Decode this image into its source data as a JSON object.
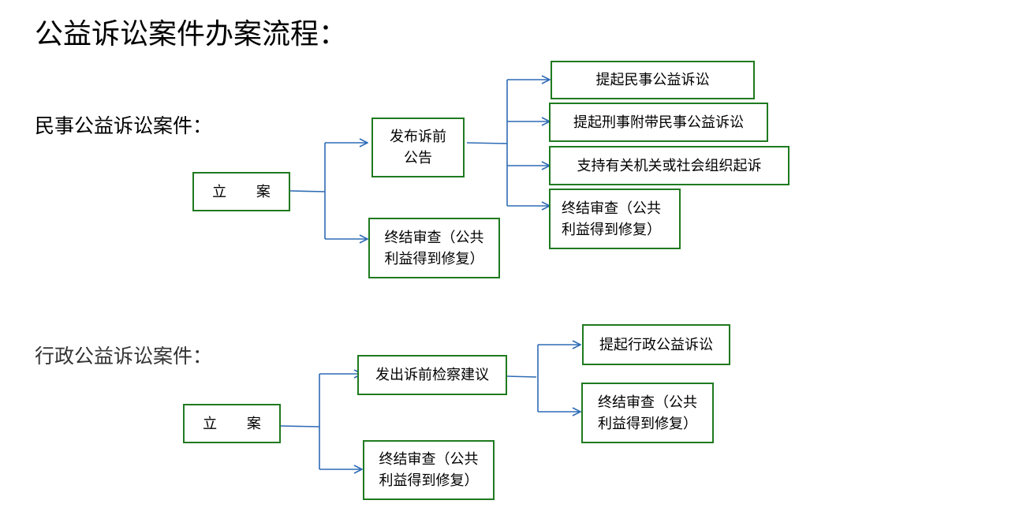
{
  "title": "公益诉讼案件办案流程：",
  "civil": {
    "heading": "民事公益诉讼案件：",
    "start": "立 案",
    "announce_line1": "发布诉前",
    "announce_line2": "公告",
    "end_line1": "终结审查（公共",
    "end_line2": "利益得到修复）",
    "outcome_1": "提起民事公益诉讼",
    "outcome_2": "提起刑事附带民事公益诉讼",
    "outcome_3": "支持有关机关或社会组织起诉",
    "outcome_4_line1": "终结审查（公共",
    "outcome_4_line2": "利益得到修复）"
  },
  "admin": {
    "heading": "行政公益诉讼案件：",
    "start": "立 案",
    "proposal": "发出诉前检察建议",
    "end_line1": "终结审查（公共",
    "end_line2": "利益得到修复）",
    "outcome_1": "提起行政公益诉讼",
    "outcome_2_line1": "终结审查（公共",
    "outcome_2_line2": "利益得到修复）"
  },
  "colors": {
    "box_border": "#1f7a1f",
    "connector": "#2e6bb5"
  }
}
